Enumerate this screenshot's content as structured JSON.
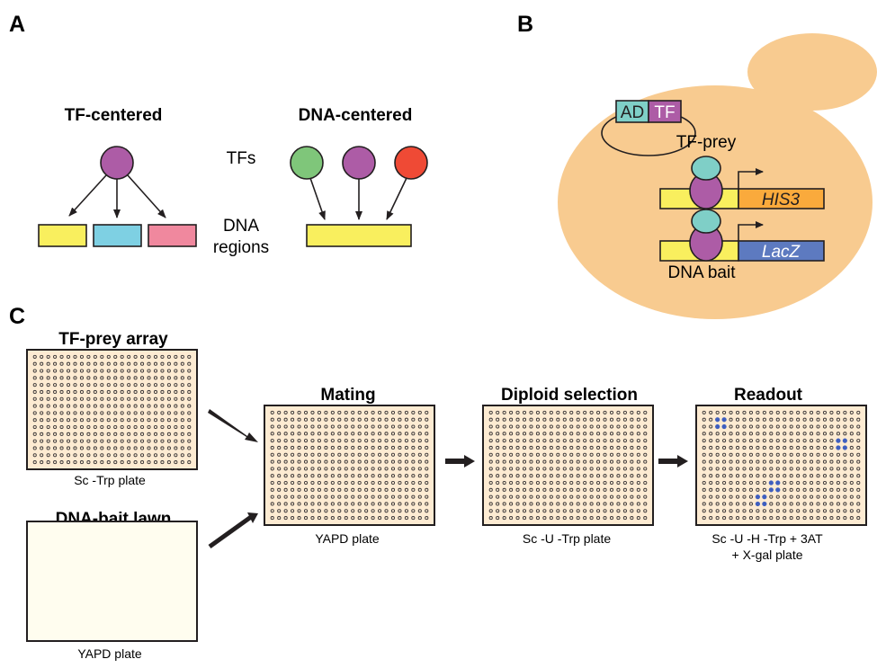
{
  "panels": {
    "A": {
      "label": "A",
      "tf_centered_title": "TF-centered",
      "dna_centered_title": "DNA-centered",
      "tfs_label": "TFs",
      "dna_label_line1": "DNA",
      "dna_label_line2": "regions",
      "tf_centered_tf_color": "#ad5ca6",
      "tf_centered_regions": [
        {
          "name": "region-yellow",
          "color": "#f9ef5e"
        },
        {
          "name": "region-cyan",
          "color": "#7ed0e3"
        },
        {
          "name": "region-pink",
          "color": "#f0889e"
        }
      ],
      "dna_centered_tfs": [
        {
          "name": "tf-green",
          "color": "#7fc67a"
        },
        {
          "name": "tf-purple",
          "color": "#ad5ca6"
        },
        {
          "name": "tf-red",
          "color": "#ef4a35"
        }
      ],
      "dna_centered_region_color": "#f9ef5e"
    },
    "B": {
      "label": "B",
      "cell_color": "#f8cb90",
      "ad_label": "AD",
      "tf_label": "TF",
      "prey_label": "TF-prey",
      "bait_label": "DNA bait",
      "reporter1": "HIS3",
      "reporter2": "LacZ",
      "colors": {
        "ad": "#7fcfc7",
        "tf": "#ad5ca6",
        "bait_dna": "#f9ef5e",
        "his3": "#faaa3c",
        "lacz": "#5d7ac0"
      }
    },
    "C": {
      "label": "C",
      "grid": {
        "columns": 24,
        "rows": 16
      },
      "plate_color": "#fdebd2",
      "lawn_color": "#fffdef",
      "positive_color": "#3f5fbf",
      "steps": [
        {
          "id": "prey-array",
          "title": "TF-prey array",
          "caption": "Sc -Trp plate"
        },
        {
          "id": "bait-lawn",
          "title": "DNA-bait lawn",
          "caption": "YAPD plate"
        },
        {
          "id": "mating",
          "title": "Mating",
          "caption": "YAPD plate"
        },
        {
          "id": "diploid-selection",
          "title": "Diploid selection",
          "caption": "Sc -U -Trp plate"
        },
        {
          "id": "readout",
          "title": "Readout",
          "caption_line1": "Sc -U -H -Trp + 3AT",
          "caption_line2": "+ X-gal plate"
        }
      ],
      "readout_positives": [
        [
          1,
          2
        ],
        [
          1,
          3
        ],
        [
          2,
          2
        ],
        [
          2,
          3
        ],
        [
          4,
          20
        ],
        [
          4,
          21
        ],
        [
          5,
          20
        ],
        [
          5,
          21
        ],
        [
          10,
          10
        ],
        [
          10,
          11
        ],
        [
          11,
          10
        ],
        [
          11,
          11
        ],
        [
          12,
          8
        ],
        [
          12,
          9
        ],
        [
          13,
          8
        ],
        [
          13,
          9
        ]
      ]
    }
  }
}
